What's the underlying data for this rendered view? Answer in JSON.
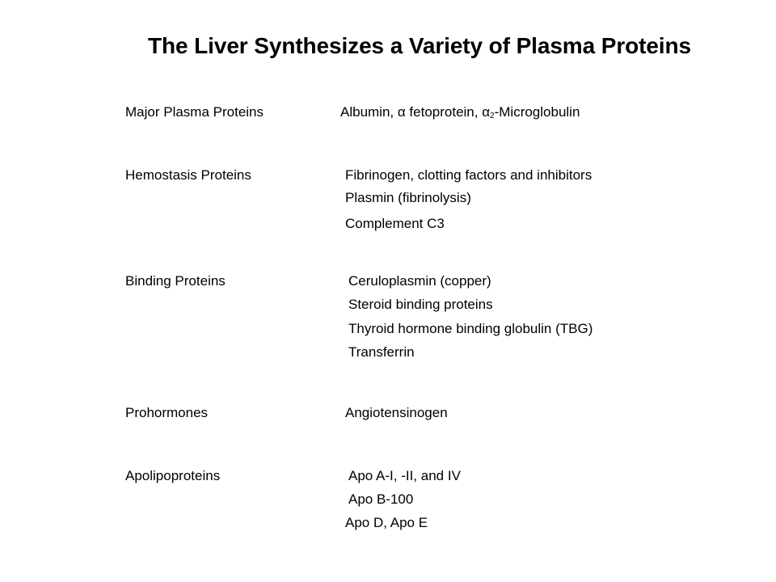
{
  "slide": {
    "title": "The Liver Synthesizes a Variety of Plasma Proteins"
  },
  "groups": [
    {
      "category": "Major Plasma Proteins",
      "items": [
        {
          "pre": "Albumin, α fetoprotein, α",
          "sub": "2",
          "post": "-Microglobulin"
        }
      ]
    },
    {
      "category": "Hemostasis Proteins",
      "items": [
        "Fibrinogen, clotting factors and inhibitors",
        "Plasmin (fibrinolysis)",
        "Complement C3"
      ]
    },
    {
      "category": "Binding Proteins",
      "items": [
        "Ceruloplasmin (copper)",
        "Steroid binding proteins",
        "Thyroid hormone binding globulin (TBG)",
        "Transferrin"
      ]
    },
    {
      "category": "Prohormones",
      "items": [
        "Angiotensinogen"
      ]
    },
    {
      "category": "Apolipoproteins",
      "items": [
        "Apo A-I, -II, and IV",
        "Apo B-100",
        "Apo D, Apo E"
      ]
    }
  ]
}
